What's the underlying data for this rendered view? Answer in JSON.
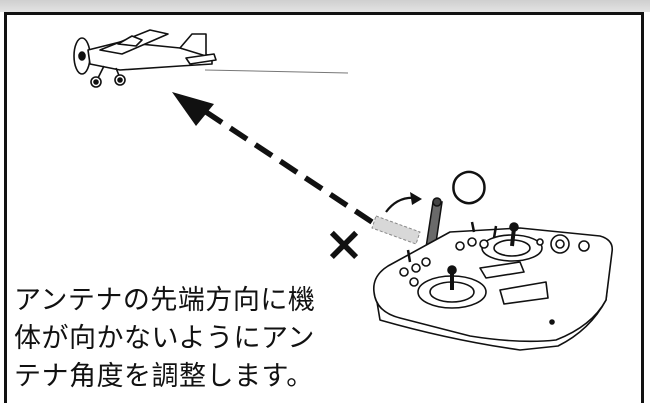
{
  "caption": {
    "line1": "アンテナの先端方向に機",
    "line2": "体が向かないようにアン",
    "line3": "テナ角度を調整します。"
  },
  "marks": {
    "correct": "○",
    "wrong": "×"
  },
  "icons": {
    "airplane": "airplane-icon",
    "transmitter": "transmitter-icon",
    "antenna": "antenna-icon"
  },
  "colors": {
    "line": "#111111",
    "antenna_ghost": "#bdbdbd"
  }
}
